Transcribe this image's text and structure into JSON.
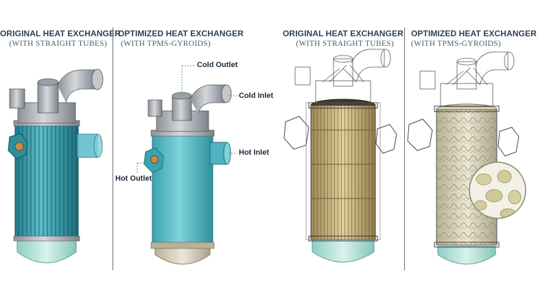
{
  "panels": [
    {
      "title": "ORIGINAL HEAT EXCHANGER",
      "subtitle": "(WITH STRAIGHT TUBES)"
    },
    {
      "title": "OPTIMIZED HEAT EXCHANGER",
      "subtitle": "(WITH TPMS-GYROIDS)"
    },
    {
      "title": "ORIGINAL HEAT EXCHANGER",
      "subtitle": "(WITH STRAIGHT TUBES)"
    },
    {
      "title": "OPTIMIZED HEAT EXCHANGER",
      "subtitle": "(WITH TPMS-GYROIDS)"
    }
  ],
  "callouts": {
    "cold_outlet": "Cold Outlet",
    "cold_inlet": "Cold Inlet",
    "hot_inlet": "Hot Inlet",
    "hot_outlet": "Hot Outlet"
  },
  "colors": {
    "steel": "#b9bdc2",
    "steel_dark": "#6f757c",
    "teal": "#3ea6b4",
    "teal_dark": "#1f7d8c",
    "glass": "#bfe6dd",
    "tube_gold": "#c9b27a",
    "gyroid": "#d8d3b8",
    "caption": "#2c3e58"
  }
}
